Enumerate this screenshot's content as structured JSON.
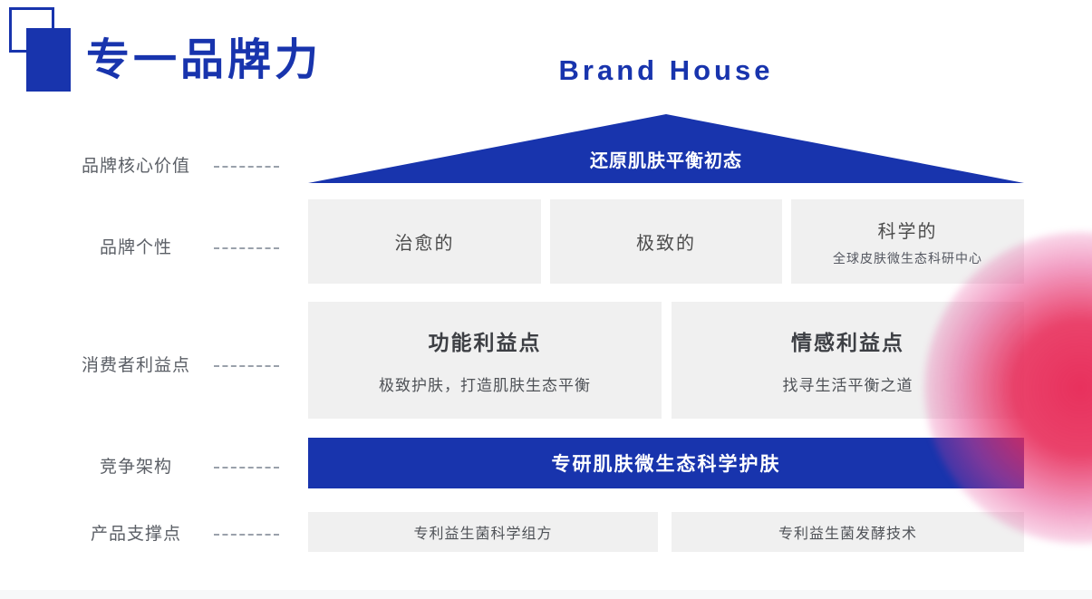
{
  "slide": {
    "title": "专一品牌力",
    "subtitle": "Brand House"
  },
  "colors": {
    "primary_blue": "#1834AD",
    "box_gray": "#F0F0F0",
    "label_gray": "#5B5F66",
    "accent_pink": "#E72856"
  },
  "roof": {
    "label": "还原肌肤平衡初态"
  },
  "left_labels": [
    {
      "label": "品牌核心价值"
    },
    {
      "label": "品牌个性"
    },
    {
      "label": "消费者利益点"
    },
    {
      "label": "竞争架构"
    },
    {
      "label": "产品支撑点"
    }
  ],
  "personality_row": [
    {
      "title": "治愈的"
    },
    {
      "title": "极致的"
    },
    {
      "title": "科学的",
      "subtitle": "全球皮肤微生态科研中心"
    }
  ],
  "benefit_row": [
    {
      "title": "功能利益点",
      "subtitle": "极致护肤，打造肌肤生态平衡"
    },
    {
      "title": "情感利益点",
      "subtitle": "找寻生活平衡之道"
    }
  ],
  "competition_bar": {
    "label": "专研肌肤微生态科学护肤"
  },
  "support_row": [
    {
      "label": "专利益生菌科学组方"
    },
    {
      "label": "专利益生菌发酵技术"
    }
  ]
}
